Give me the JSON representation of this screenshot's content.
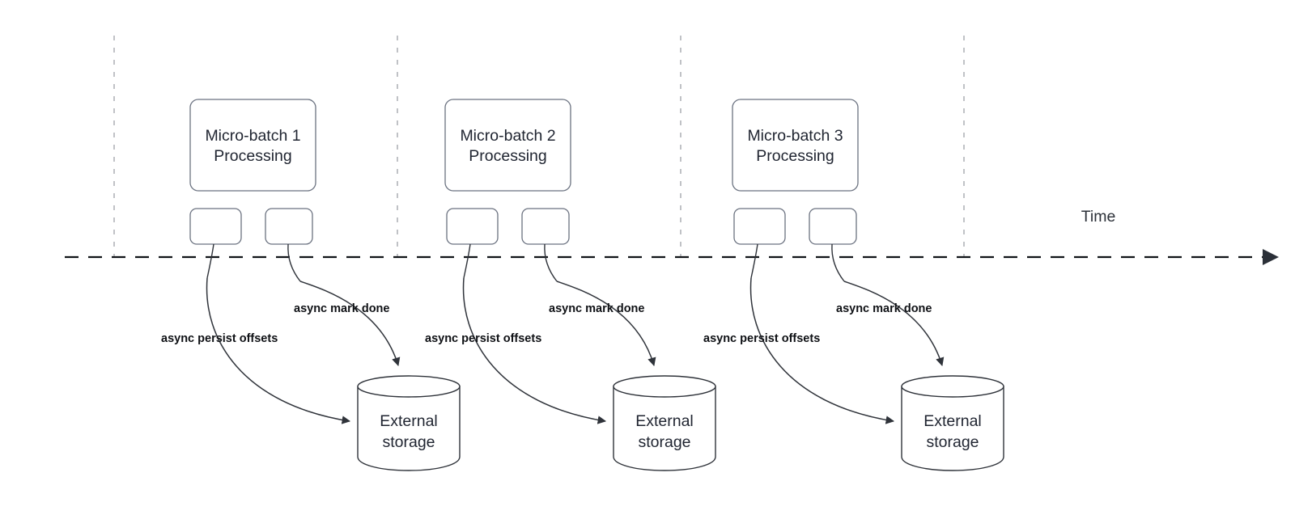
{
  "diagram": {
    "title": "Micro-batch asynchronous offset persistence timeline",
    "background_color": "#ffffff",
    "stroke_color": "#2f333a",
    "guide_color": "#b0b3b8",
    "text_color": "#1f2430"
  },
  "timeline": {
    "axis_label": "Time",
    "axis_style": "dashed-arrow",
    "guide_count": 4
  },
  "groups": [
    {
      "id": "micro-batch-1",
      "process_label_line1": "Micro-batch 1",
      "process_label_line2": "Processing",
      "storage_label_line1": "External",
      "storage_label_line2": "storage",
      "edge_persist_label": "async persist offsets",
      "edge_markdone_label": "async mark done"
    },
    {
      "id": "micro-batch-2",
      "process_label_line1": "Micro-batch 2",
      "process_label_line2": "Processing",
      "storage_label_line1": "External",
      "storage_label_line2": "storage",
      "edge_persist_label": "async persist offsets",
      "edge_markdone_label": "async mark done"
    },
    {
      "id": "micro-batch-3",
      "process_label_line1": "Micro-batch 3",
      "process_label_line2": "Processing",
      "storage_label_line1": "External",
      "storage_label_line2": "storage",
      "edge_persist_label": "async persist offsets",
      "edge_markdone_label": "async mark done"
    }
  ]
}
